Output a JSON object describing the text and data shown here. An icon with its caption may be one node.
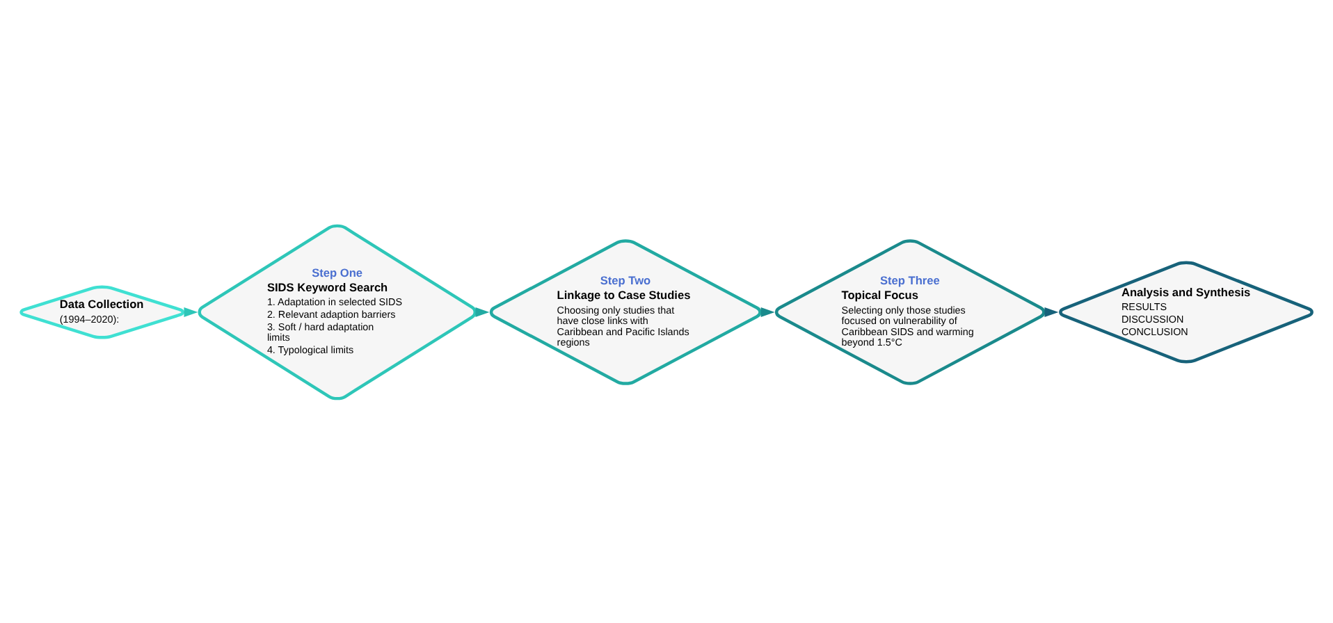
{
  "diagram": {
    "nodes": [
      {
        "text": [
          "Data Collection",
          "(1994–2020):"
        ]
      },
      {
        "text": [
          "Step One",
          "SIDS Keyword Search",
          "1. Adaptation in selected SIDS",
          "2. Relevant adaption barriers",
          "3. Soft / hard adaptation limits",
          "4. Typological limits"
        ]
      },
      {
        "text": [
          "Step Two",
          "Linkage to Case Studies",
          "Choosing only studies that have close links with Caribbean and Pacific Islands regions"
        ]
      },
      {
        "text": [
          "Step Three",
          "Topical Focus",
          "Selecting only those studies focused on vulnerability of Caribbean SIDS and warming beyond 1.5°C"
        ]
      },
      {
        "text": [
          "Analysis and Synthesis",
          "RESULTS",
          "DISCUSSION",
          "CONCLUSION"
        ]
      }
    ],
    "edges": [
      {
        "from": 0,
        "to": 1,
        "arrow": "to"
      },
      {
        "from": 1,
        "to": 2,
        "arrow": "to"
      },
      {
        "from": 2,
        "to": 3,
        "arrow": "to"
      },
      {
        "from": 3,
        "to": 4,
        "arrow": "to"
      }
    ]
  }
}
